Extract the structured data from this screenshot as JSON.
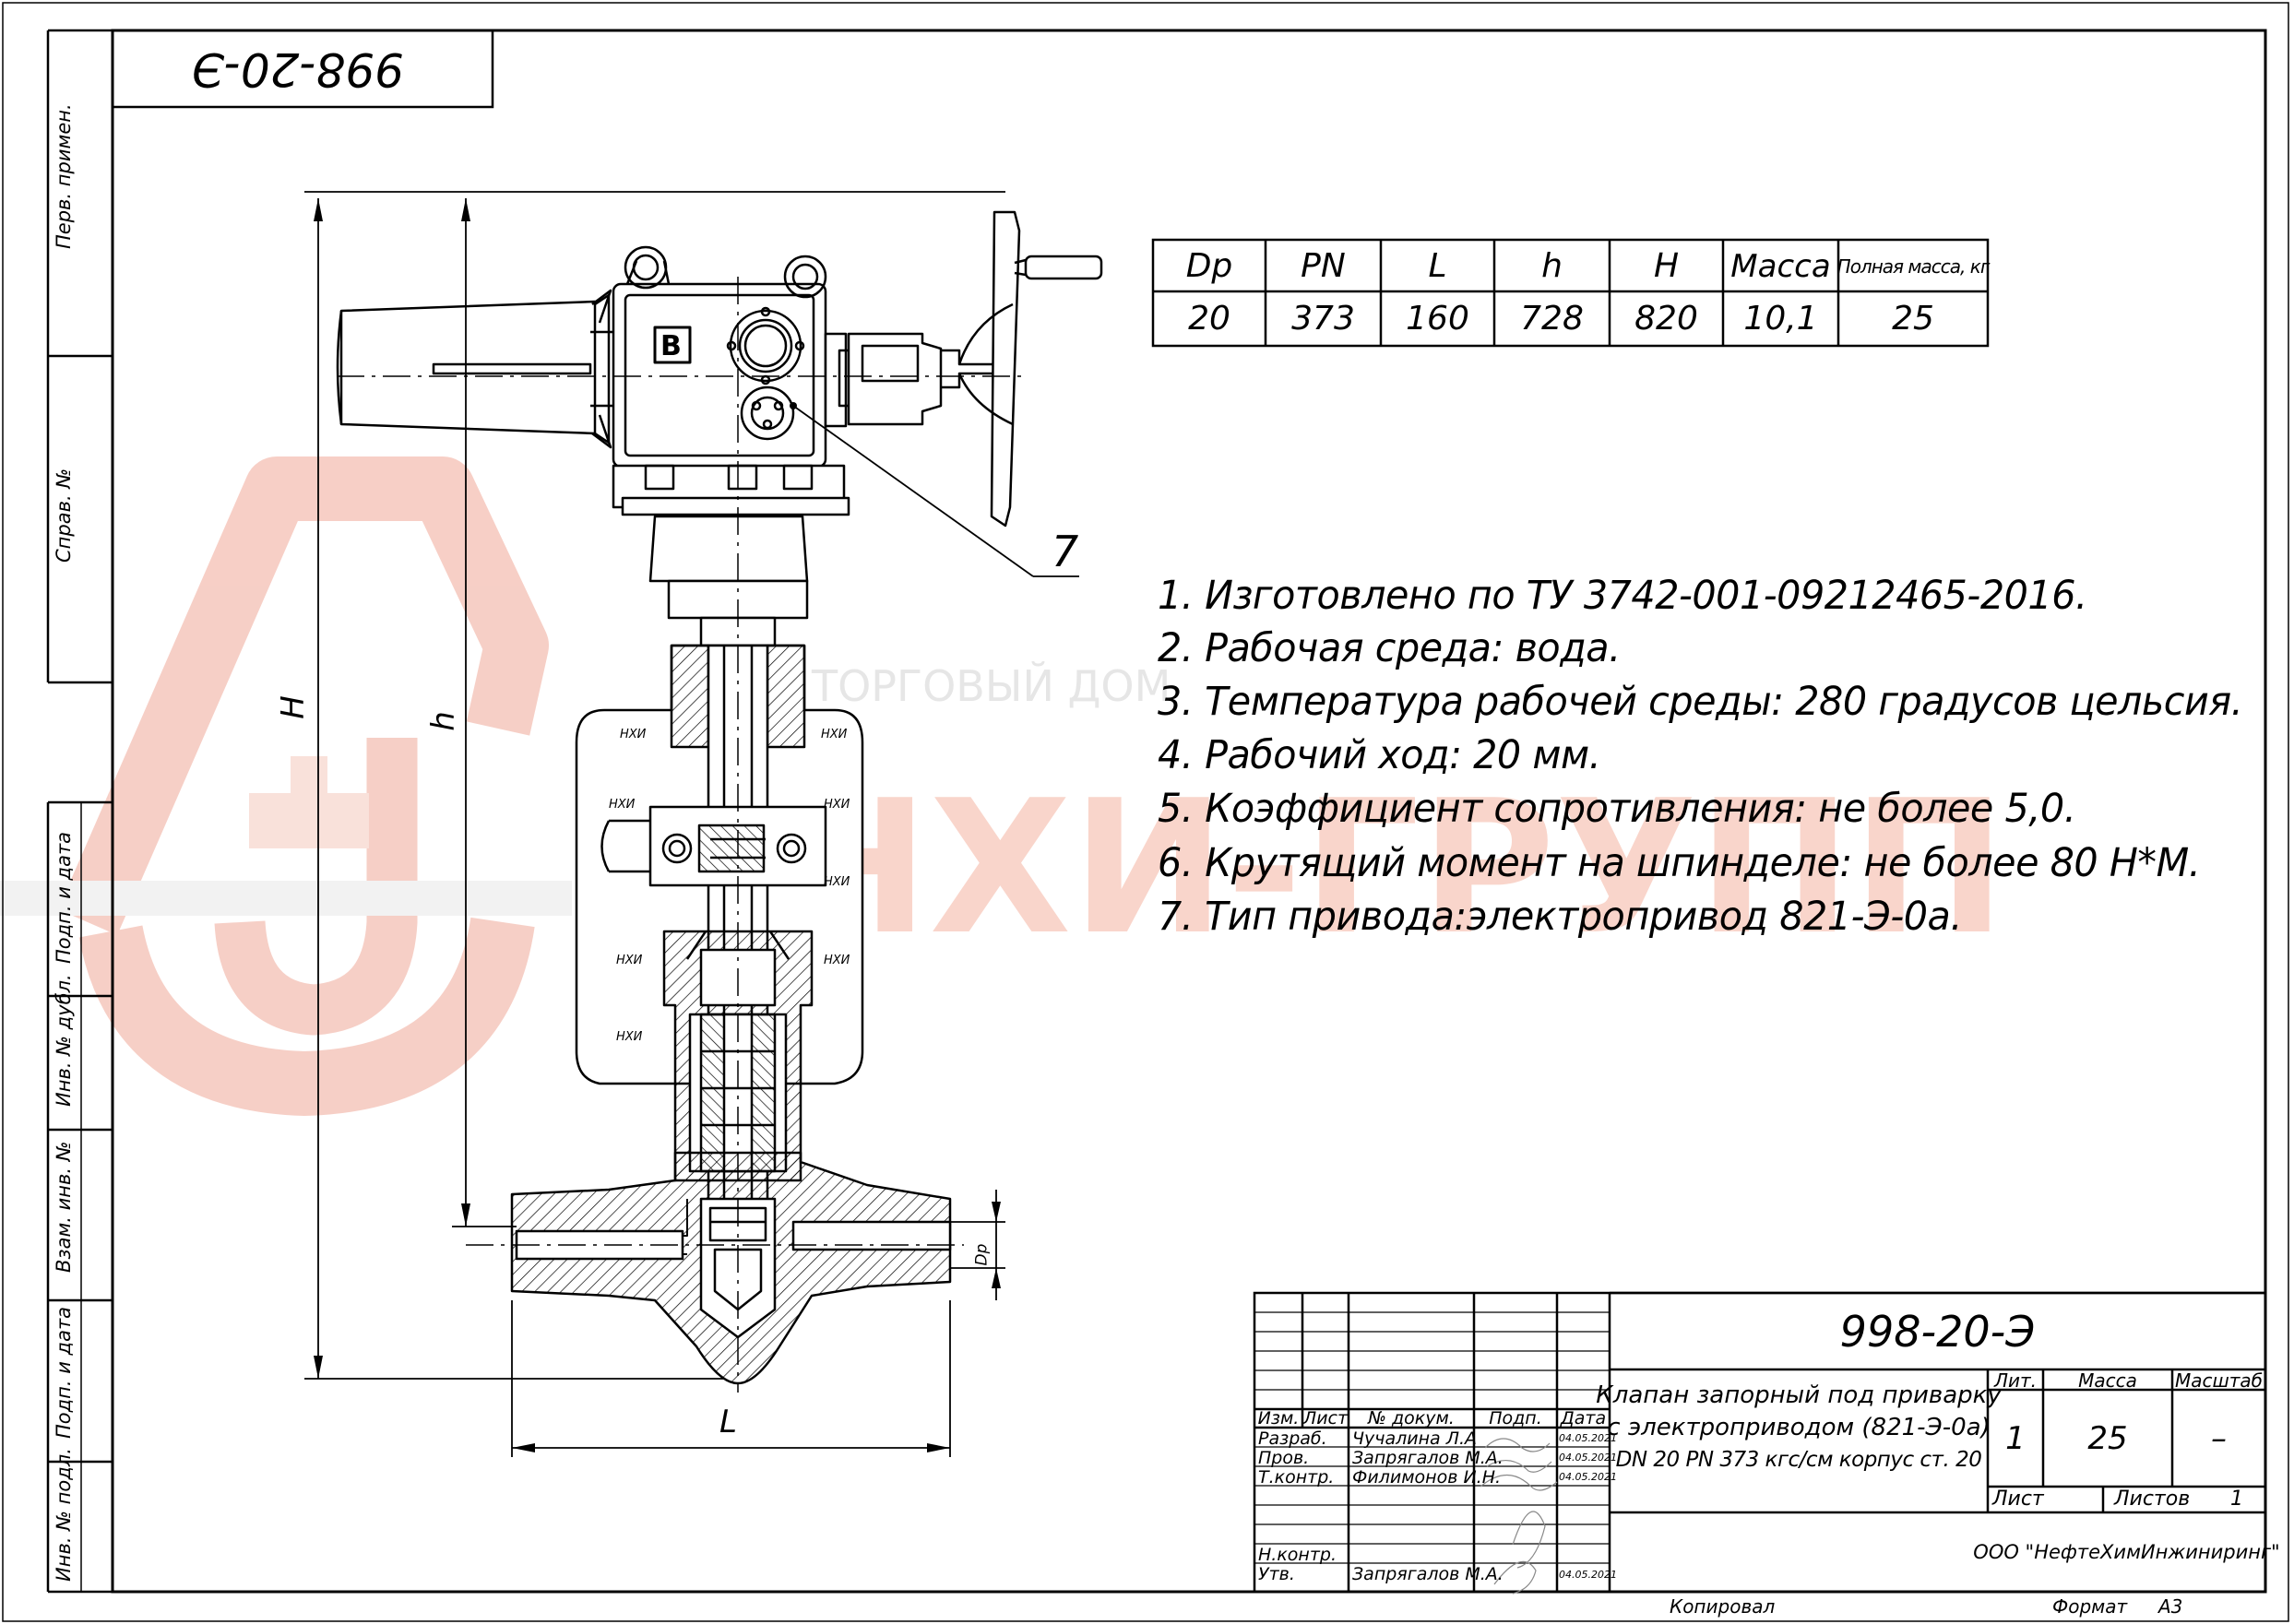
{
  "drawing_number": "998-20-Э",
  "drawing_number_top": "998-20-Э",
  "watermark": {
    "company": "НХИ-ГРУПП",
    "subtitle": "ТОРГОВЫЙ ДОМ",
    "color": "#f4b7a6"
  },
  "spec_table": {
    "headers": [
      "Dp",
      "PN",
      "L",
      "h",
      "H",
      "Масса",
      "Полная масса, кг"
    ],
    "values": [
      "20",
      "373",
      "160",
      "728",
      "820",
      "10,1",
      "25"
    ]
  },
  "notes": [
    "1. Изготовлено по ТУ 3742-001-09212465-2016.",
    "2. Рабочая среда: вода.",
    "3. Температура рабочей среды: 280 градусов цельсия.",
    "4. Рабочий ход: 20 мм.",
    "5. Коэффициент сопротивления: не более 5,0.",
    "6. Крутящий момент на шпинделе: не более 80 Н*М.",
    "7. Тип привода:электропривод 821-Э-0а."
  ],
  "dimensions": {
    "H": "H",
    "h": "h",
    "L": "L",
    "Dp": "Dp",
    "callout": "7",
    "weld_marks": [
      "НХИ",
      "НХИ",
      "НХИ",
      "НХИ",
      "НХИ",
      "НХИ",
      "НХИ",
      "НХИ"
    ]
  },
  "side_stamps": [
    "Перв. примен.",
    "Справ. №",
    "Подп. и дата",
    "Инв. № дубл.",
    "Взам. инв. №",
    "Подп. и дата",
    "Инв. № подл."
  ],
  "title_block": {
    "headers": {
      "izm": "Изм.",
      "list": "Лист",
      "doc": "№ докум.",
      "podp": "Подп.",
      "date": "Дата"
    },
    "rows": [
      {
        "role": "Разраб.",
        "name": "Чучалина Л.А",
        "date": "04.05.2021"
      },
      {
        "role": "Пров.",
        "name": "Запрягалов М.А.",
        "date": "04.05.2021"
      },
      {
        "role": "Т.контр.",
        "name": "Филимонов И.Н.",
        "date": "04.05.2021"
      },
      {
        "role": "",
        "name": "",
        "date": ""
      },
      {
        "role": "Н.контр.",
        "name": "",
        "date": ""
      },
      {
        "role": "Утв.",
        "name": "Запрягалов М.А.",
        "date": "04.05.2021"
      }
    ],
    "designation": "998-20-Э",
    "title_lines": [
      "Клапан запорный под приварку",
      "с электроприводом (821-Э-0а)",
      "DN 20 PN 373 кгс/см корпус ст. 20"
    ],
    "lit_label": "Лит.",
    "mass_label": "Масса",
    "scale_label": "Масштаб",
    "lit_value": "1",
    "mass_value": "25",
    "scale_value": "–",
    "sheet_label": "Лист",
    "sheets_label": "Листов",
    "sheets_value": "1",
    "organization": "ООО \"НефтеХимИнжиниринг\"",
    "copied": "Копировал",
    "format_label": "Формат",
    "format_value": "А3"
  }
}
